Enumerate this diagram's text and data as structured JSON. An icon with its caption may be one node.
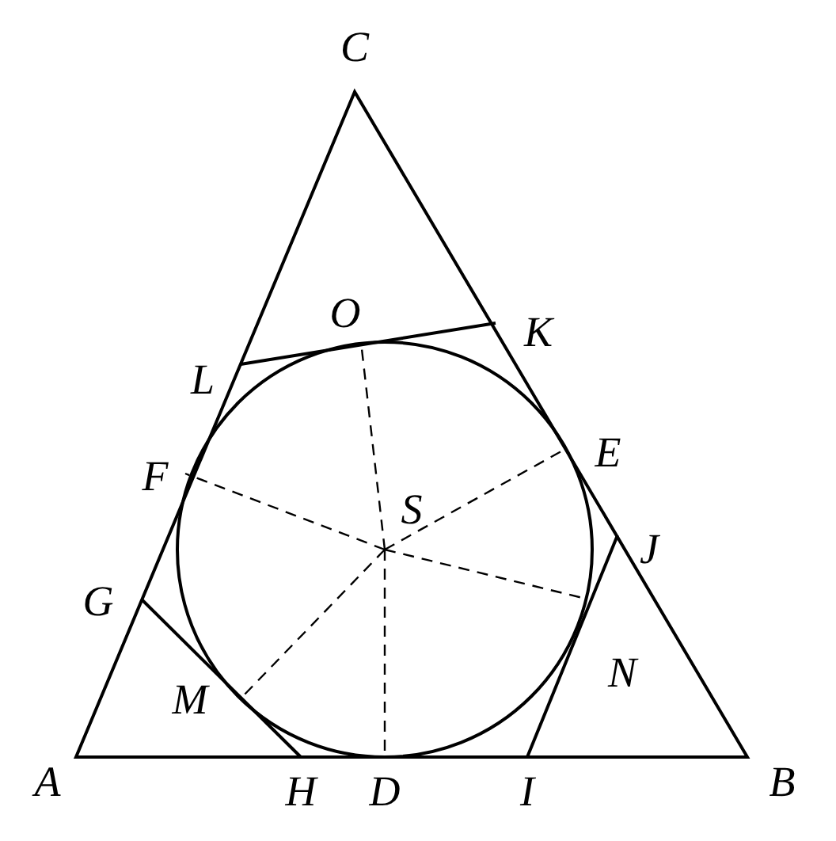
{
  "diagram": {
    "labels": [
      "C",
      "O",
      "K",
      "L",
      "E",
      "F",
      "S",
      "J",
      "G",
      "N",
      "M",
      "A",
      "H",
      "D",
      "I",
      "B"
    ]
  }
}
